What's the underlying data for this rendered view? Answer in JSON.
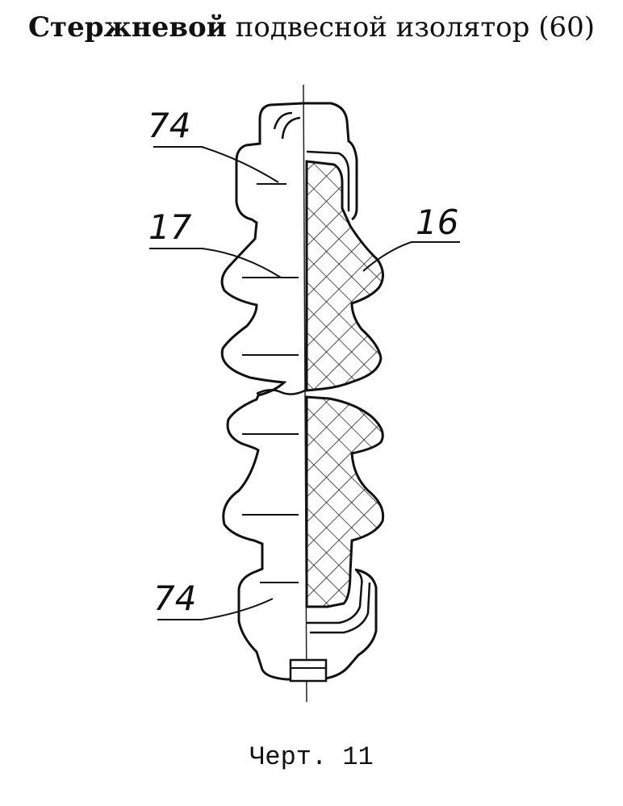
{
  "title": {
    "bold_part": "Стержневой",
    "rest": " подвесной изолятор (60)"
  },
  "labels": {
    "cap_top": "74",
    "body": "17",
    "core": "16",
    "cap_bottom": "74"
  },
  "caption": "Черт. 11"
}
